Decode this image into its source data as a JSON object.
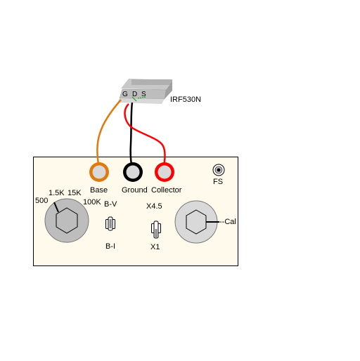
{
  "transistor": {
    "part_number": "IRF530N",
    "pins": {
      "gate": "G",
      "drain": "D",
      "source": "S"
    }
  },
  "jacks": {
    "base": "Base",
    "ground": "Ground",
    "collector": "Collector",
    "fs": "FS"
  },
  "range_knob": {
    "labels": [
      "500",
      "1.5K",
      "15K",
      "100K"
    ]
  },
  "switch_bv": {
    "top": "B-V",
    "bottom": "B-I"
  },
  "switch_x": {
    "top": "X4.5",
    "bottom": "X1"
  },
  "cal_knob": {
    "label": "--Cal"
  },
  "colors": {
    "panel": "#fffaec",
    "base_jack": "#e07a0f",
    "ground_jack": "#000000",
    "collector_jack": "#ff0000",
    "lead_orange": "#e07a0f",
    "lead_black": "#000000",
    "lead_red": "#ff0000"
  }
}
